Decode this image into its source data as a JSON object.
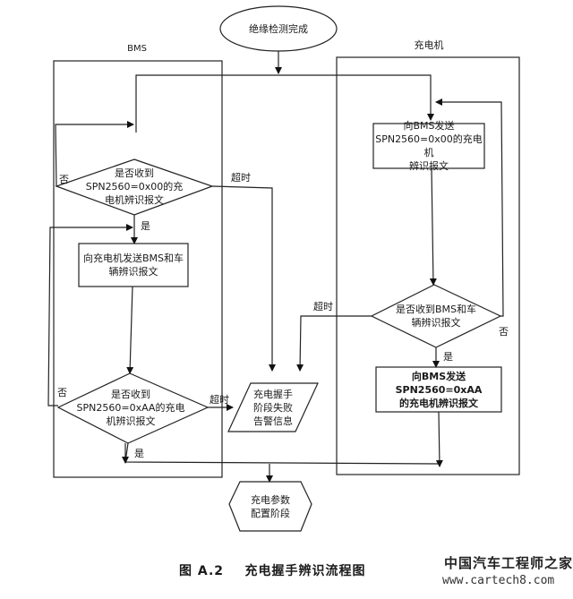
{
  "diagram": {
    "start": "绝缘检测完成",
    "lanes": {
      "bms": "BMS",
      "charger": "充电机"
    },
    "bms": {
      "decision1": [
        "是否收到",
        "SPN2560=0x00的充",
        "电机辨识报文"
      ],
      "process1": [
        "向充电机发送BMS和车",
        "辆辨识报文"
      ],
      "decision2": [
        "是否收到",
        "SPN2560=0xAA的充电",
        "机辨识报文"
      ]
    },
    "charger": {
      "process1": [
        "向BMS发送",
        "SPN2560=0x00的充电机",
        "辨识报文"
      ],
      "decision1": [
        "是否收到BMS和车",
        "辆辨识报文"
      ],
      "process2": [
        "向BMS发送SPN2560=0xAA",
        "的充电机辨识报文"
      ]
    },
    "failure": [
      "充电握手",
      "阶段失败",
      "告警信息"
    ],
    "end": [
      "充电参数",
      "配置阶段"
    ],
    "edge_labels": {
      "yes": "是",
      "no": "否",
      "timeout": "超时"
    }
  },
  "caption": {
    "figure_no": "图 A.2",
    "title": "充电握手辨识流程图"
  },
  "watermark": {
    "name": "中国汽车工程师之家",
    "url": "www.cartech8.com"
  }
}
